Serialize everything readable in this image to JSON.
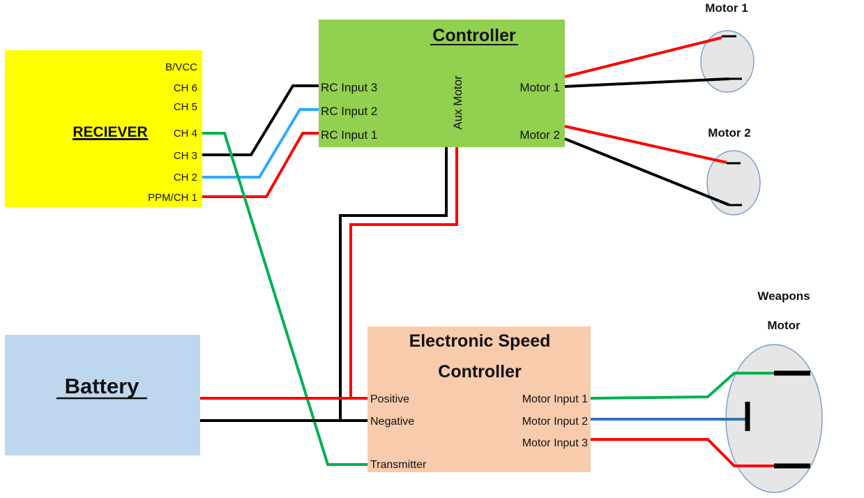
{
  "receiver": {
    "title": "RECIEVER",
    "pins": [
      "B/VCC",
      "CH 6",
      "CH 5",
      "CH 4",
      "CH 3",
      "CH 2",
      "PPM/CH 1"
    ],
    "color": "#ffff00"
  },
  "controller": {
    "title": "Controller",
    "inputs": [
      "RC Input 3",
      "RC Input 2",
      "RC Input 1"
    ],
    "aux_label": "Aux Motor",
    "outputs": [
      "Motor 1",
      "Motor 2"
    ],
    "color": "#92d050"
  },
  "battery": {
    "title": "Battery",
    "color": "#bdd7ee"
  },
  "esc": {
    "title_line1": "Electronic Speed",
    "title_line2": "Controller",
    "left_pins": [
      "Positive",
      "Negative",
      "Transmitter"
    ],
    "right_pins": [
      "Motor Input 1",
      "Motor Input 2",
      "Motor Input 3"
    ],
    "color": "#f8cbad"
  },
  "motors": {
    "motor1": "Motor 1",
    "motor2": "Motor 2",
    "weapons_line1": "Weapons",
    "weapons_line2": "Motor"
  },
  "wire_colors": {
    "red": "#ff0000",
    "black": "#000000",
    "blue": "#2eaaff",
    "green": "#00b050"
  }
}
